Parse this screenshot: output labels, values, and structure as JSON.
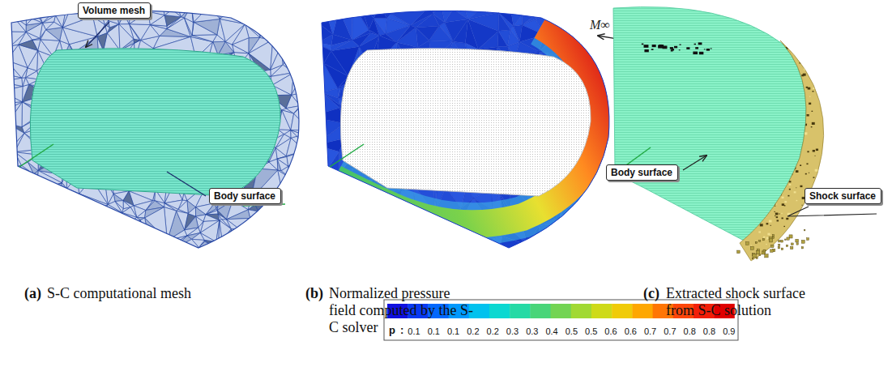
{
  "diagram": {
    "nodes": [
      {
        "text": [
          "Volume mesh"
        ]
      },
      {
        "text": [
          "Body surface"
        ]
      },
      {
        "text": [
          "Body surface"
        ]
      },
      {
        "text": [
          "Shock surface"
        ]
      }
    ],
    "labels": [
      "M∞",
      "p",
      ":",
      "0.1",
      "0.1",
      "0.1",
      "0.2",
      "0.2",
      "0.3",
      "0.3",
      "0.4",
      "0.5",
      "0.5",
      "0.6",
      "0.6",
      "0.7",
      "0.7",
      "0.8",
      "0.8",
      "0.9",
      "(a)",
      "S-C computational mesh",
      "(b)",
      "Normalized pressure field computed by the S-C solver",
      "(c)",
      "Extracted shock surface from S-C solution"
    ]
  }
}
